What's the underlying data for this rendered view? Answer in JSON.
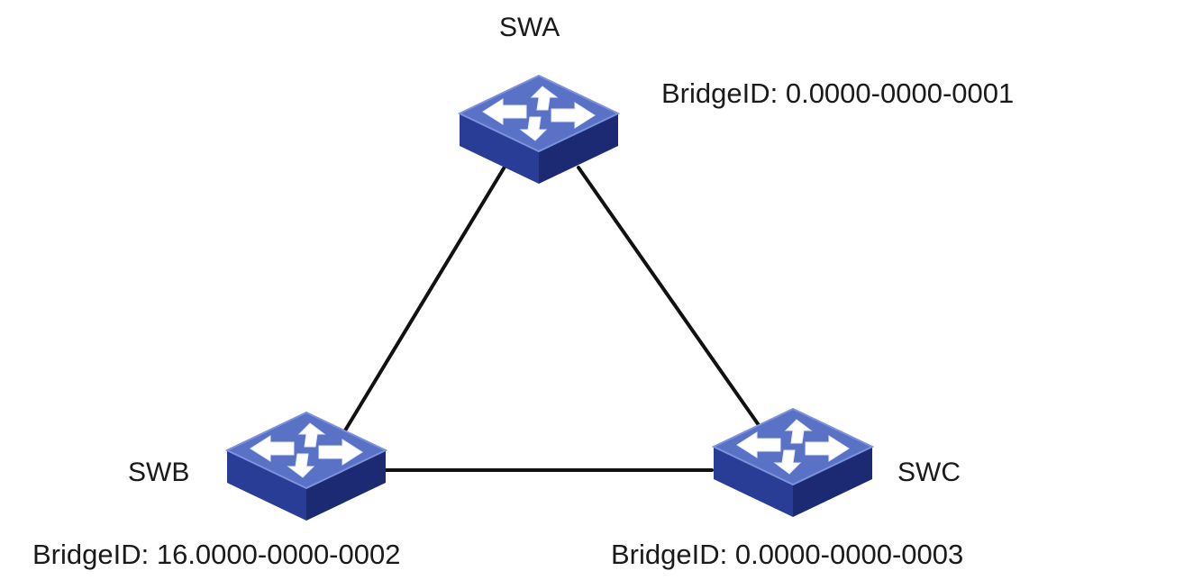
{
  "colors": {
    "switch_top": "#5a72c6",
    "switch_front": "#2a3d96",
    "switch_side": "#1b2a73",
    "link": "#111111",
    "arrow": "#ffffff"
  },
  "icons": {
    "switch": "network-switch-icon"
  },
  "nodes": [
    {
      "id": "swa",
      "name": "SWA",
      "bridge_id": "BridgeID: 0.0000-0000-0001"
    },
    {
      "id": "swb",
      "name": "SWB",
      "bridge_id": "BridgeID: 16.0000-0000-0002"
    },
    {
      "id": "swc",
      "name": "SWC",
      "bridge_id": "BridgeID: 0.0000-0000-0003"
    }
  ],
  "links": [
    {
      "from": "swa",
      "to": "swb"
    },
    {
      "from": "swa",
      "to": "swc"
    },
    {
      "from": "swb",
      "to": "swc"
    }
  ]
}
